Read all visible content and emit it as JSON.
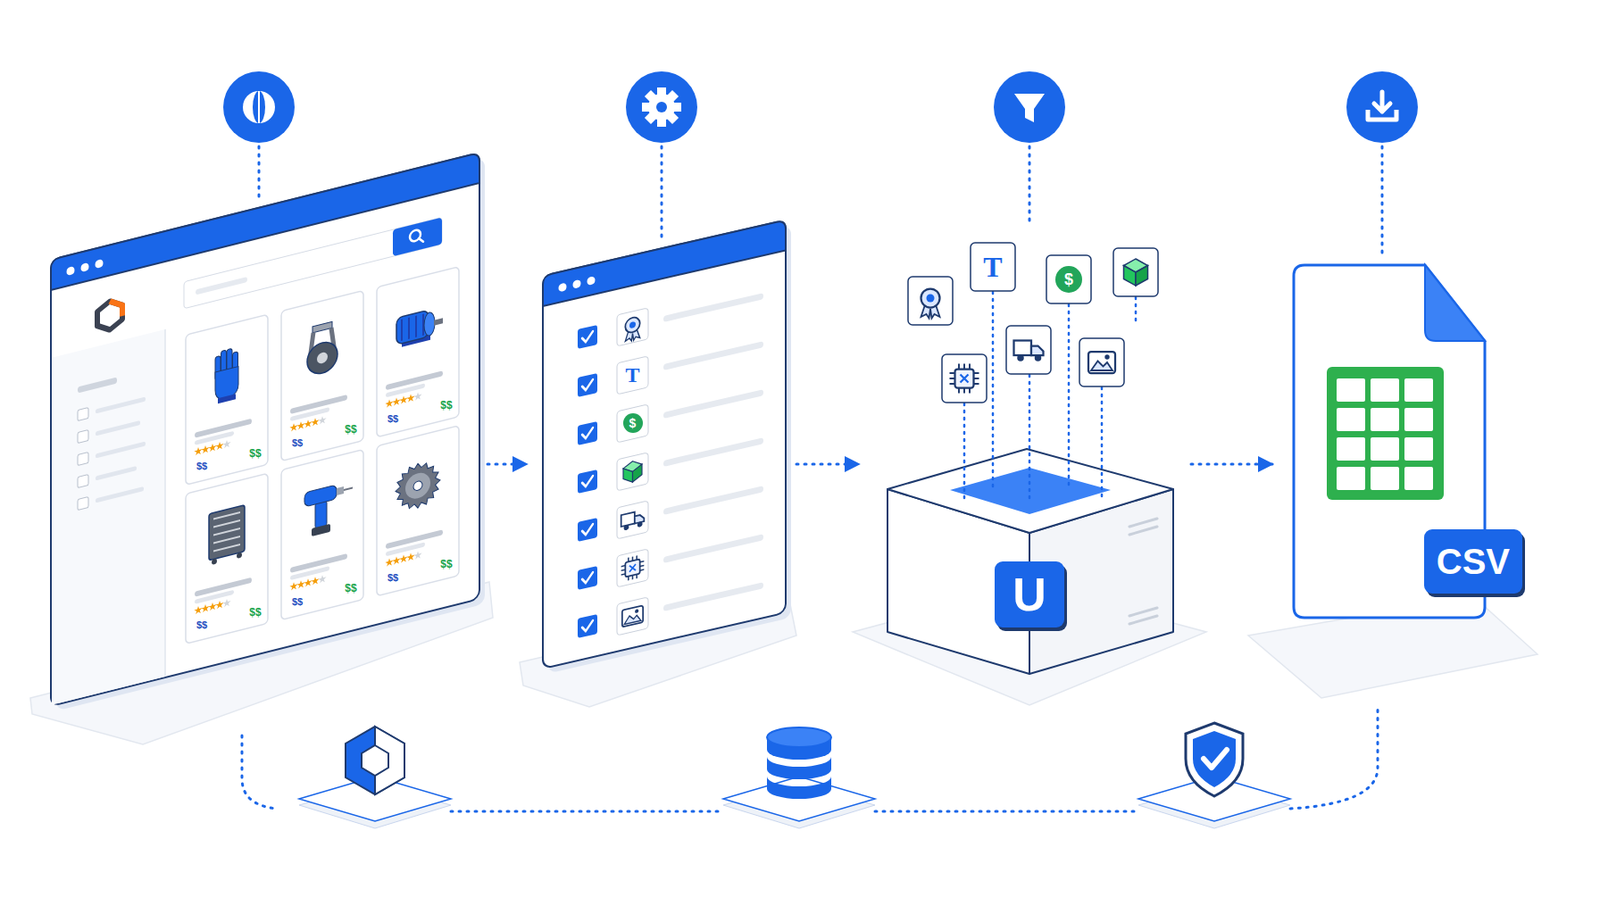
{
  "diagram": {
    "nodes": [
      {
        "text": [
          "U"
        ]
      },
      {
        "text": [
          "CSV"
        ]
      }
    ],
    "edges": [
      {
        "from": 0,
        "to": 1,
        "arrow": "to"
      }
    ],
    "labels": [
      "$$",
      "$$",
      "$$",
      "$$",
      "$$",
      "$$",
      "$$",
      "$$",
      "$$",
      "$$",
      "$$",
      "$$",
      "T",
      "$",
      "T",
      "$"
    ]
  }
}
